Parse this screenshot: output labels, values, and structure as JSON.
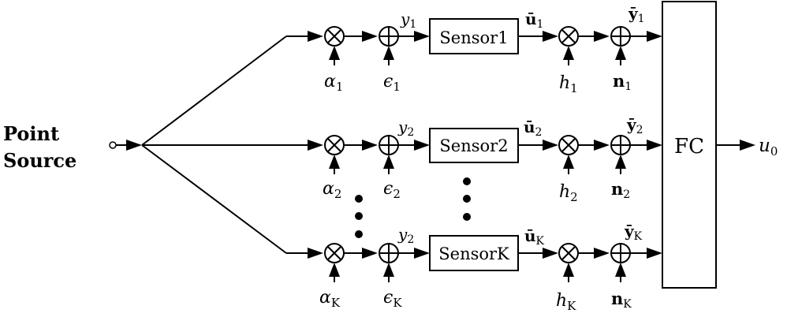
{
  "source": {
    "line1": "Point",
    "line2": "Source"
  },
  "fusion_center": {
    "label": "FC"
  },
  "output": {
    "symbol": "u",
    "subscript": "0"
  },
  "branches": [
    {
      "alpha": {
        "symbol": "α",
        "sub": "1"
      },
      "epsilon": {
        "symbol": "ϵ",
        "sub": "1"
      },
      "y": {
        "symbol": "y",
        "sub": "1"
      },
      "sensor": "Sensor1",
      "u": {
        "symbol": "ū",
        "sub": "1"
      },
      "h": {
        "symbol": "h",
        "sub": "1"
      },
      "n": {
        "symbol": "n",
        "sub": "1"
      },
      "ybar": {
        "symbol": "ȳ",
        "sub": "1"
      }
    },
    {
      "alpha": {
        "symbol": "α",
        "sub": "2"
      },
      "epsilon": {
        "symbol": "ϵ",
        "sub": "2"
      },
      "y": {
        "symbol": "y",
        "sub": "2"
      },
      "sensor": "Sensor2",
      "u": {
        "symbol": "ū",
        "sub": "2"
      },
      "h": {
        "symbol": "h",
        "sub": "2"
      },
      "n": {
        "symbol": "n",
        "sub": "2"
      },
      "ybar": {
        "symbol": "ȳ",
        "sub": "2"
      }
    },
    {
      "alpha": {
        "symbol": "α",
        "sub": "K"
      },
      "epsilon": {
        "symbol": "ϵ",
        "sub": "K"
      },
      "y": {
        "symbol": "y",
        "sub": "2"
      },
      "sensor": "SensorK",
      "u": {
        "symbol": "ū",
        "sub": "K"
      },
      "h": {
        "symbol": "h",
        "sub": "K"
      },
      "n": {
        "symbol": "n",
        "sub": "K"
      },
      "ybar": {
        "symbol": "ȳ",
        "sub": "K"
      }
    }
  ]
}
